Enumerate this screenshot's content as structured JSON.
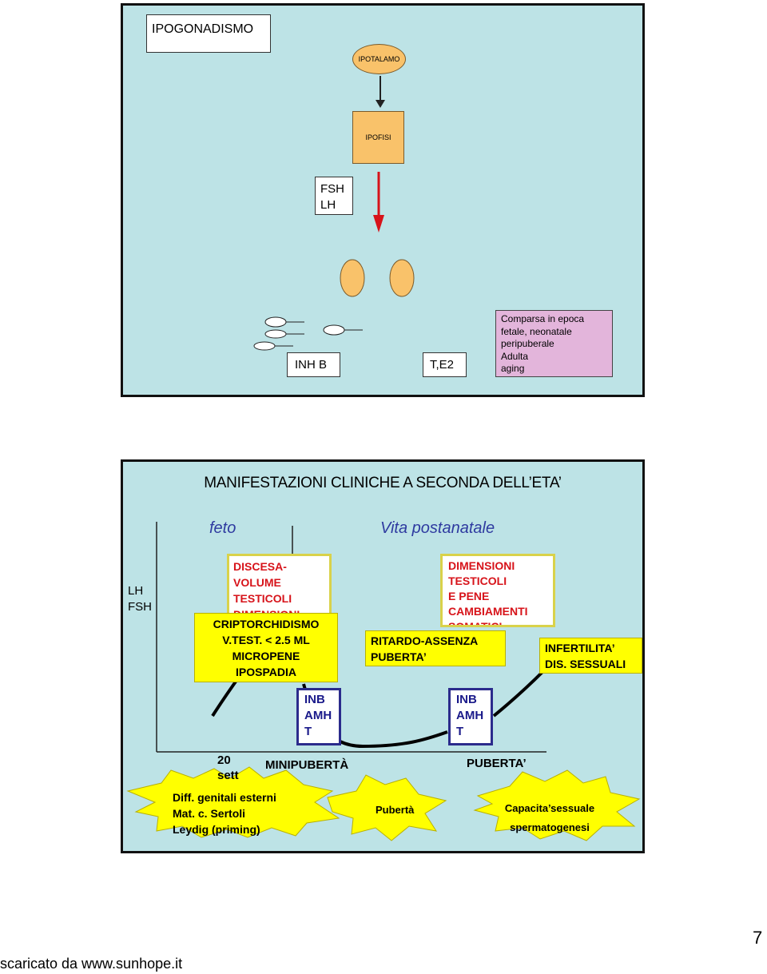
{
  "slide1": {
    "title": "IPOGONADISMO",
    "ipotalamo": "IPOTALAMO",
    "ipofisi": "IPOFISI",
    "fsh": "FSH",
    "lh": "LH",
    "inh_b": "INH B",
    "t_e2": "T,E2",
    "comparsa": [
      "Comparsa in epoca",
      "fetale, neonatale",
      "peripuberale",
      "Adulta",
      "aging"
    ],
    "colors": {
      "background": "#bde3e6",
      "orange": "#f9c26a",
      "pink": "#e3b5db",
      "arrow": "#d7131a"
    }
  },
  "slide2": {
    "title": "MANIFESTAZIONI CLINICHE A SECONDA DELL’ETA’",
    "feto": "feto",
    "vita": "Vita postanatale",
    "yaxis": [
      "LH",
      "FSH"
    ],
    "discesa": [
      "DISCESA-",
      "VOLUME",
      "TESTICOLI",
      "DIMENSIONI"
    ],
    "cripto": [
      "CRIPTORCHIDISMO",
      "V.TEST. < 2.5 ML",
      "MICROPENE",
      "IPOSPADIA"
    ],
    "inb1": [
      "INB",
      "AMH",
      "T"
    ],
    "inb2": [
      "INB",
      "AMH",
      "T"
    ],
    "dimensioni": [
      "DIMENSIONI",
      "TESTICOLI",
      "E PENE",
      "CAMBIAMENTI",
      "SOMATICI"
    ],
    "ritardo": [
      "RITARDO-ASSENZA",
      "PUBERTA’"
    ],
    "infertilita": [
      "INFERTILITA’",
      "DIS. SESSUALI"
    ],
    "sett": [
      "20",
      "sett"
    ],
    "minipuberta": "MINIPUBERTÀ",
    "puberta_label": "PUBERTA’",
    "star1": [
      "Diff. genitali esterni",
      "Mat. c. Sertoli",
      "Leydig (priming)"
    ],
    "star2": "Pubertà",
    "star3": [
      "Capacita’sessuale",
      "spermatogenesi"
    ],
    "colors": {
      "red_text": "#d7131a",
      "blue_text": "#1a1a8a",
      "yellow": "#ffff00"
    }
  },
  "footer": {
    "source": "scaricato da www.sunhope.it",
    "page": "7"
  }
}
